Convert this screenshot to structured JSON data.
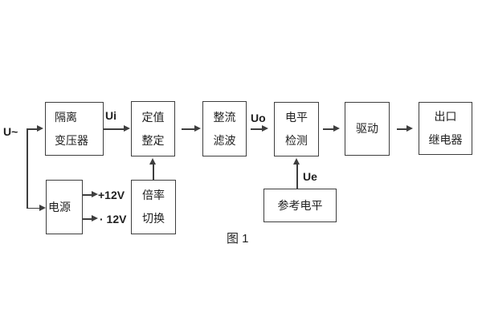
{
  "figure": {
    "caption": "图 1"
  },
  "labels": {
    "input_voltage": "U~",
    "ui": "Ui",
    "uo": "Uo",
    "ue": "Ue",
    "plus_12v": "+12V",
    "minus_12v": "· 12V"
  },
  "blocks": {
    "isolation_transformer": {
      "line1": "隔离",
      "line2": "变压器"
    },
    "setting_adjust": {
      "line1": "定值",
      "line2": "整定"
    },
    "rectifier_filter": {
      "line1": "整流",
      "line2": "滤波"
    },
    "level_detector": {
      "line1": "电平",
      "line2": "检测"
    },
    "driver": {
      "label": "驱动"
    },
    "output_relay": {
      "line1": "出口",
      "line2": "继电器"
    },
    "power_supply": {
      "label": "电源"
    },
    "ratio_switch": {
      "line1": "倍率",
      "line2": "切换"
    },
    "reference_level": {
      "label": "参考电平"
    }
  },
  "colors": {
    "line": "#3e3e3e",
    "text": "#1f1f1f",
    "background": "#ffffff"
  }
}
